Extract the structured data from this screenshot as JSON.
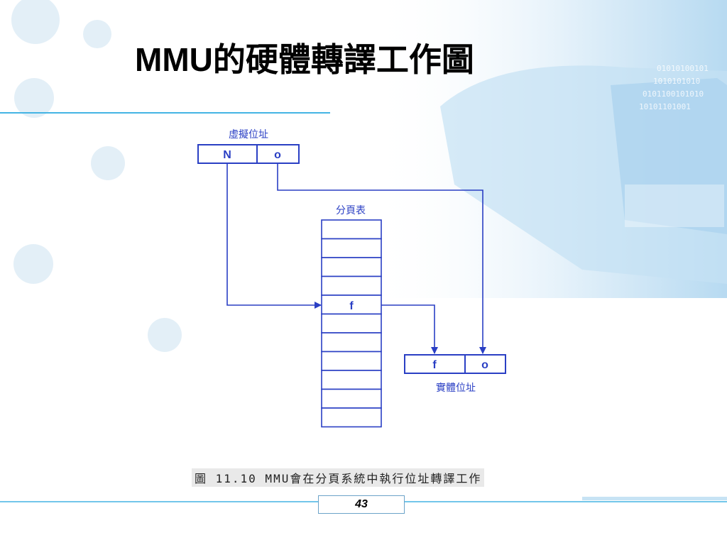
{
  "slide": {
    "title_prefix": "MMU",
    "title_suffix": "的硬體轉譯工作圖",
    "caption": "圖 11.10 MMU會在分頁系統中執行位址轉譯工作",
    "page_number": "43"
  },
  "diagram": {
    "virtual_address_label": "虛擬位址",
    "virtual_n": "N",
    "virtual_o": "o",
    "page_table_label": "分頁表",
    "page_table_rows": 11,
    "page_table_hit_row": 5,
    "page_table_entry": "f",
    "physical_f": "f",
    "physical_o": "o",
    "physical_address_label": "實體位址"
  },
  "colors": {
    "diagram_blue": "#2a3fc4",
    "rule_cyan": "#44b4e4",
    "bg_light_blue": "#d6ebf8"
  }
}
